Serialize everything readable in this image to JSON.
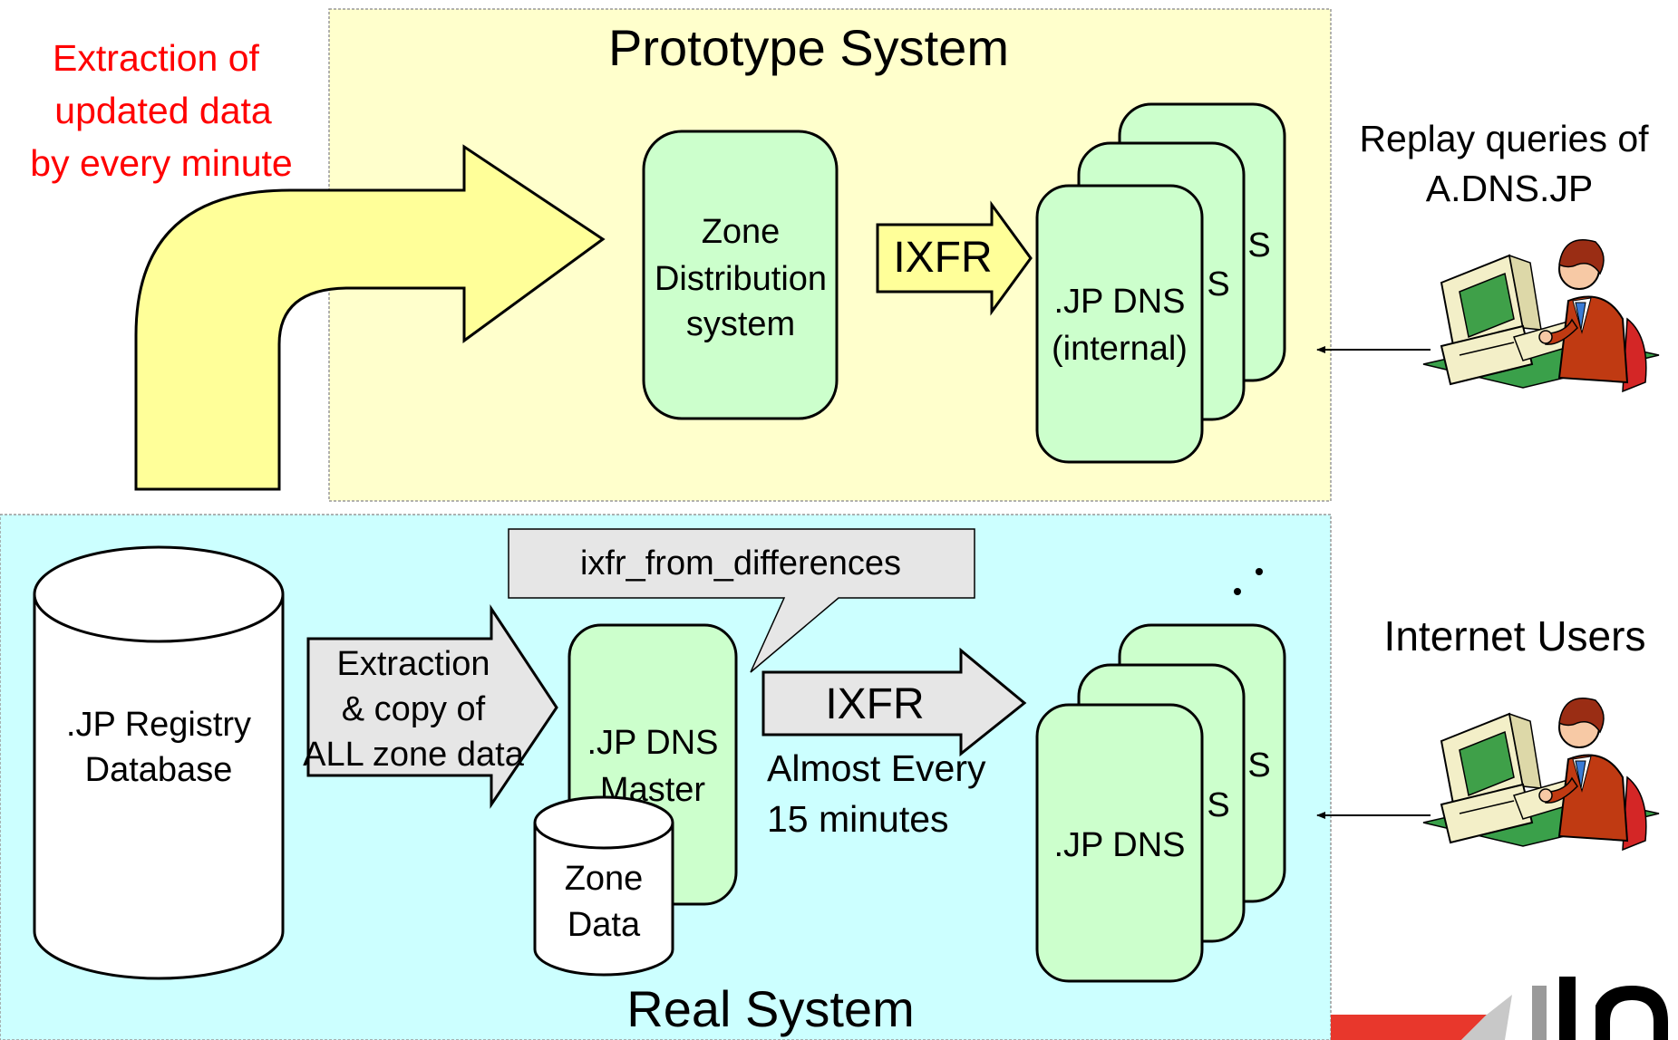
{
  "prototype_section": {
    "title": "Prototype System",
    "extraction_note": [
      "Extraction of",
      "updated data",
      "by every minute"
    ],
    "zone_distribution": [
      "Zone",
      "Distribution",
      "system"
    ],
    "ixfr_label": "IXFR",
    "dns_internal": [
      ".JP DNS",
      "(internal)"
    ],
    "stack_fragment_label": "S",
    "replay_label": [
      "Replay queries of",
      "A.DNS.JP"
    ]
  },
  "real_section": {
    "title": "Real System",
    "registry_db": [
      ".JP Registry",
      "Database"
    ],
    "extraction_copy": [
      "Extraction",
      "& copy of",
      "ALL zone data"
    ],
    "callout": "ixfr_from_differences",
    "dns_master": [
      ".JP DNS",
      "Master"
    ],
    "zone_data": [
      "Zone",
      "Data"
    ],
    "ixfr_label": "IXFR",
    "interval_note": [
      "Almost Every",
      "15 minutes"
    ],
    "dns_public": ".JP DNS",
    "stack_fragment_label": "S",
    "internet_users": "Internet Users"
  },
  "colors": {
    "prototype_bg": "#ffffcc",
    "real_bg": "#ccffff",
    "server_fill": "#ccffcc",
    "arrow_yellow": "#ffff99",
    "arrow_gray": "#e6e6e6",
    "extraction_red": "#ff0000",
    "logo_red": "#e8372c"
  },
  "icons": [
    "user-at-computer-icon",
    "user-at-computer-icon",
    "jprs-logo"
  ]
}
